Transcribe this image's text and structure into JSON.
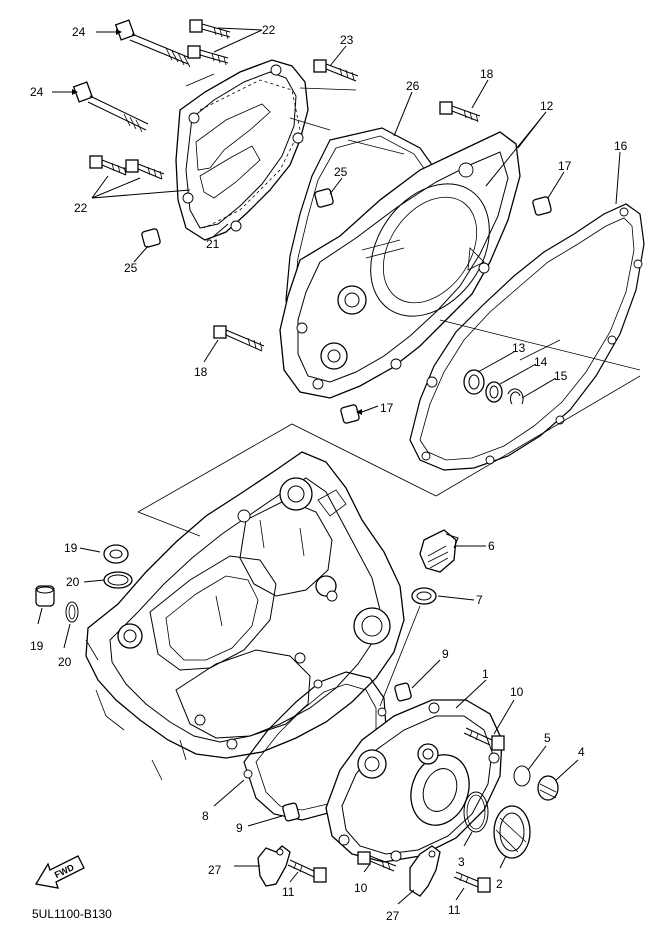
{
  "diagram_code": "5UL1100-B130",
  "fwd_label": "FWD",
  "callouts": [
    "1",
    "2",
    "3",
    "4",
    "5",
    "6",
    "7",
    "8",
    "9",
    "10",
    "11",
    "12",
    "13",
    "14",
    "15",
    "16",
    "17",
    "18",
    "19",
    "20",
    "21",
    "22",
    "23",
    "24",
    "25",
    "26",
    "27"
  ]
}
